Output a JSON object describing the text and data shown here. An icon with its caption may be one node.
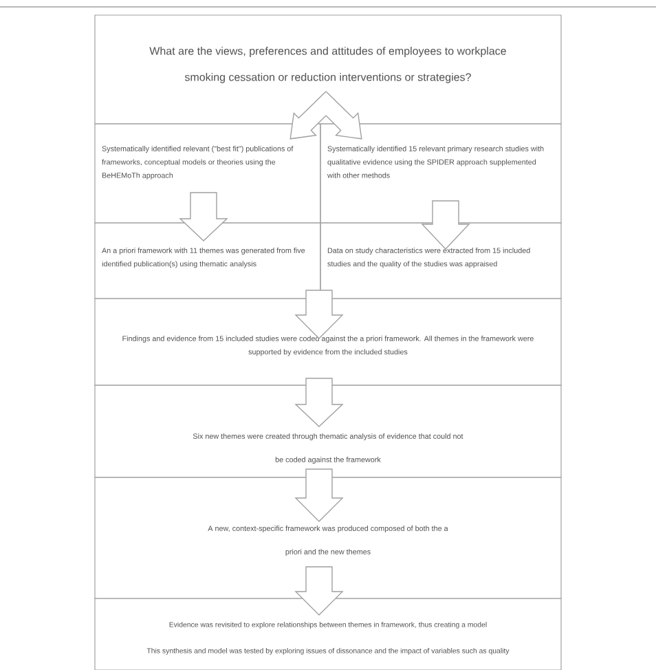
{
  "diagram": {
    "nodes": [
      {
        "text": [
          "What are the views, preferences and attitudes of employees to workplace smoking cessation or reduction interventions or strategies?"
        ]
      },
      {
        "text": [
          "Systematically identified relevant (\"best fit\") publications of frameworks, conceptual models or theories using the BeHEMoTh approach"
        ]
      },
      {
        "text": [
          "Systematically identified 15 relevant primary research studies with qualitative evidence using the SPIDER approach supplemented with other methods"
        ]
      },
      {
        "text": [
          "An a priori framework with 11 themes was generated from five identified publication(s) using thematic analysis"
        ]
      },
      {
        "text": [
          "Data on study characteristics were extracted from 15 included studies and the quality of the studies was appraised"
        ]
      },
      {
        "text": [
          "Findings and evidence from 15 included studies were coded against the a priori framework. All themes in the framework were supported by evidence from the included studies"
        ]
      },
      {
        "text": [
          "Six new themes were created through thematic analysis of evidence that could not be coded against the framework"
        ]
      },
      {
        "text": [
          "A new, context-specific framework was produced composed of both the a priori and the new themes"
        ]
      },
      {
        "text": [
          "Evidence was revisited to explore relationships between themes in framework, thus creating a model",
          "This synthesis and model was tested by exploring issues of dissonance and the impact of variables such as quality"
        ]
      }
    ],
    "edges": [
      {
        "from": 0,
        "to": 1,
        "arrow": "to"
      },
      {
        "from": 0,
        "to": 2,
        "arrow": "to"
      },
      {
        "from": 1,
        "to": 3,
        "arrow": "to"
      },
      {
        "from": 2,
        "to": 4,
        "arrow": "to"
      },
      {
        "from": 3,
        "to": 5,
        "arrow": "to"
      },
      {
        "from": 4,
        "to": 5,
        "arrow": "to"
      },
      {
        "from": 5,
        "to": 6,
        "arrow": "to"
      },
      {
        "from": 6,
        "to": 7,
        "arrow": "to"
      },
      {
        "from": 7,
        "to": 8,
        "arrow": "to"
      }
    ]
  }
}
